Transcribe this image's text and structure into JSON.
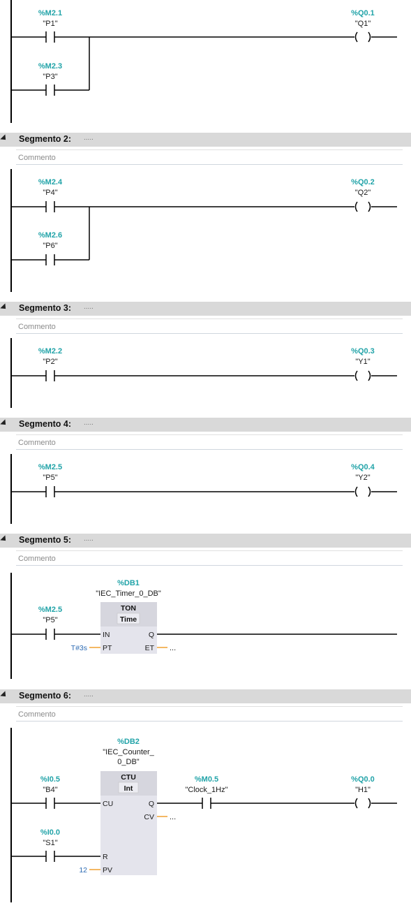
{
  "segments": [
    {
      "title": "",
      "comment": "",
      "contact1": {
        "addr": "%M2.1",
        "tag": "\"P1\""
      },
      "contact2": {
        "addr": "%M2.3",
        "tag": "\"P3\""
      },
      "coil": {
        "addr": "%Q0.1",
        "tag": "\"Q1\""
      }
    },
    {
      "title": "Segmento 2:",
      "comment": "Commento",
      "contact1": {
        "addr": "%M2.4",
        "tag": "\"P4\""
      },
      "contact2": {
        "addr": "%M2.6",
        "tag": "\"P6\""
      },
      "coil": {
        "addr": "%Q0.2",
        "tag": "\"Q2\""
      }
    },
    {
      "title": "Segmento 3:",
      "comment": "Commento",
      "contact1": {
        "addr": "%M2.2",
        "tag": "\"P2\""
      },
      "coil": {
        "addr": "%Q0.3",
        "tag": "\"Y1\""
      }
    },
    {
      "title": "Segmento 4:",
      "comment": "Commento",
      "contact1": {
        "addr": "%M2.5",
        "tag": "\"P5\""
      },
      "coil": {
        "addr": "%Q0.4",
        "tag": "\"Y2\""
      }
    },
    {
      "title": "Segmento 5:",
      "comment": "Commento",
      "contact1": {
        "addr": "%M2.5",
        "tag": "\"P5\""
      },
      "block": {
        "addr": "%DB1",
        "tag": "\"IEC_Timer_0_DB\"",
        "type": "TON",
        "subtype": "Time",
        "pin_in": "IN",
        "pin_q": "Q",
        "pin_pt": "PT",
        "pin_et": "ET",
        "pt_value": "T#3s",
        "et_value": "..."
      }
    },
    {
      "title": "Segmento 6:",
      "comment": "Commento",
      "contact1": {
        "addr": "%I0.5",
        "tag": "\"B4\""
      },
      "contact2": {
        "addr": "%I0.0",
        "tag": "\"S1\""
      },
      "contact3": {
        "addr": "%M0.5",
        "tag": "\"Clock_1Hz\""
      },
      "coil": {
        "addr": "%Q0.0",
        "tag": "\"H1\""
      },
      "block": {
        "addr": "%DB2",
        "tag_line1": "\"IEC_Counter_",
        "tag_line2": "0_DB\"",
        "type": "CTU",
        "subtype": "Int",
        "pin_cu": "CU",
        "pin_q": "Q",
        "pin_cv": "CV",
        "pin_r": "R",
        "pin_pv": "PV",
        "pv_value": "12",
        "cv_value": "..."
      }
    }
  ],
  "colors": {
    "address": "#21a3a8",
    "header_bg": "#d9d9d9",
    "param": "#2d6bb3",
    "pin_line": "#f0a030",
    "block_bg": "#e4e4ec"
  }
}
